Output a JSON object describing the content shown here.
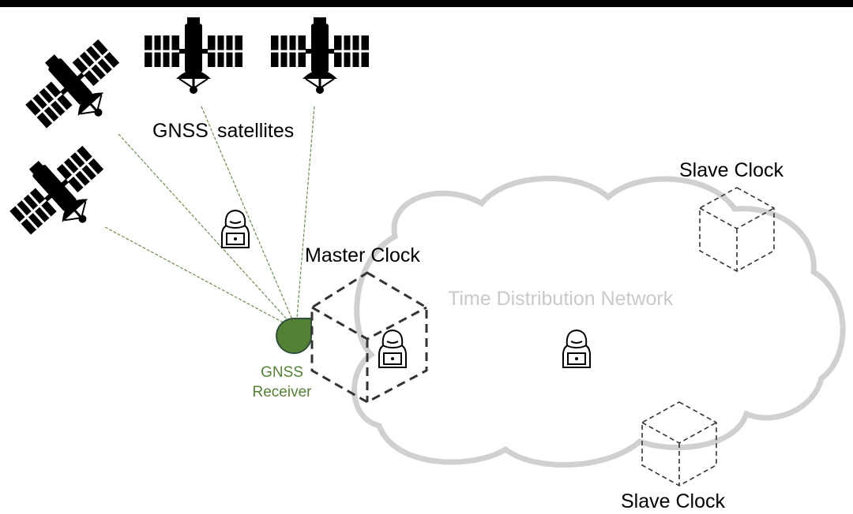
{
  "labels": {
    "gnss_satellites_1": "GNSS",
    "gnss_satellites_2": "satellites",
    "master_clock": "Master Clock",
    "slave_clock_top": "Slave Clock",
    "slave_clock_bottom": "Slave Clock",
    "network": "Time Distribution Network",
    "receiver_line1": "GNSS",
    "receiver_line2": "Receiver"
  },
  "colors": {
    "signal_line": "#6b8e4e",
    "receiver": "#548235",
    "receiver_outline": "#2f4f3a",
    "cloud": "#d0d0d0",
    "network_text": "#c9c9c9",
    "icon": "#000000"
  },
  "icons": {
    "satellite": "satellite-icon",
    "hacker": "hacker-icon",
    "clock_cube": "cube-icon",
    "receiver": "receiver-dish-icon"
  }
}
